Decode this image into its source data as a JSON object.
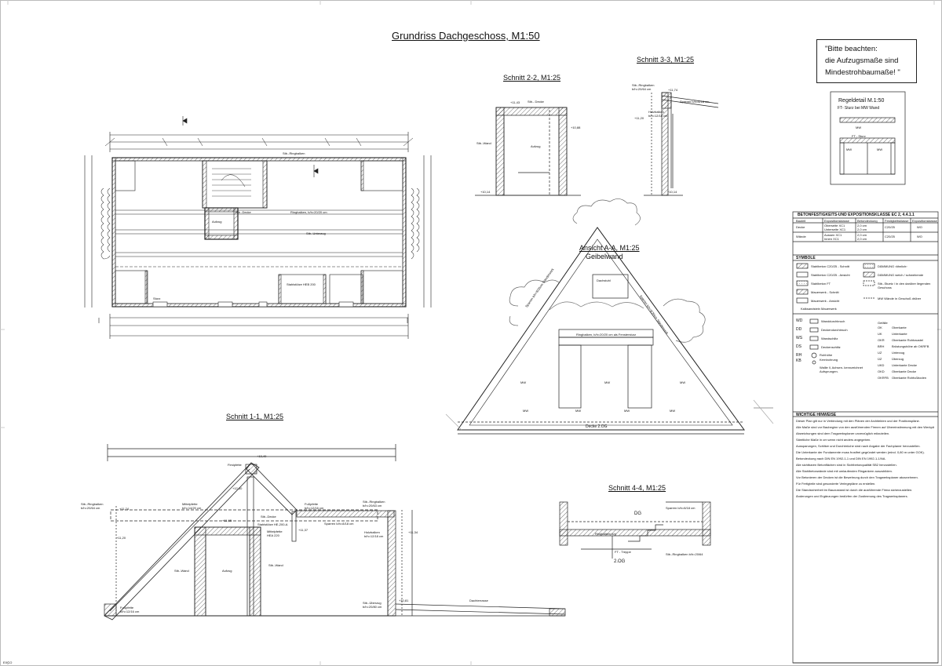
{
  "sheet": {
    "floor_plan_title": "Grundriss Dachgeschoss, M1:50",
    "section_1_title": "Schnitt 1-1, M1:25",
    "section_2_title": "Schnitt 2-2, M1:25",
    "section_3_title": "Schnitt 3-3, M1:25",
    "section_4_title": "Schnitt 4-4, M1:25",
    "elevation_title": "Ansicht A-A, M1:25",
    "elevation_subtitle": "Geibelwand",
    "corner_label": "EXCO"
  },
  "notice": {
    "line1": "\"Bitte beachten:",
    "line2": "die Aufzugsmaße sind",
    "line3": "Mindestrohbaumaße! \""
  },
  "detail": {
    "title": "Regeldetail M.1:50",
    "subtitle": "FT- Sturz bei MW Wand",
    "label_top": "MW",
    "label_mid": "FT - Sturz",
    "label_left": "MW",
    "label_right": "MW"
  },
  "concrete_table": {
    "title": "BETONFESTIGKEITS-UND EXPOSITIONSKLASSE  EC 2, 4.4.1.1",
    "headers": [
      "Bauteil",
      "Expositionsklasse",
      "Betondeckung",
      "Festigkeitsklasse",
      "Expositionsklasse"
    ],
    "rows": [
      [
        "Decke",
        "Oberseite XC1",
        "2,0 cm",
        "C20/25",
        "WO"
      ],
      [
        "",
        "Unterseite XC1",
        "2,0 cm",
        "",
        ""
      ],
      [
        "Wände",
        "Aussen XC1",
        "2,0 cm",
        "C20/25",
        "WO"
      ],
      [
        "",
        "Innen XC1",
        "2,0 cm",
        "",
        ""
      ]
    ]
  },
  "symbols": {
    "title": "SYMBOLE",
    "left": [
      "Stahlbeton C20/25 - Schnitt",
      "Stahlbeton C20/25 - Ansicht",
      "Stahlbeton FT",
      "Mauerwerk - Schnitt",
      "Mauerwerk - Ansicht",
      "Kalksandstein Mauerwerk"
    ],
    "right": [
      "DÄMMUNG ‹ähnlich›",
      "DÄMMUNG weich / schwebende",
      "Stb.-Stuetz / in den darüber liegenden Geschoss",
      "",
      "",
      "MW Wände in Geschoß drüber"
    ]
  },
  "abbreviations": {
    "left_codes": [
      "WD",
      "DD",
      "WS",
      "DS",
      "RH",
      "KB"
    ],
    "left_text": [
      "Wanddurchbruch",
      "Deckendurchbruch",
      "Wandschlitz",
      "Deckenschlitz",
      "Rohhöhe",
      "Kernbohrung",
      "Wallie ll, Achsen- kennzeichnet Aufsprungen."
    ],
    "right_codes": [
      "OK",
      "UK",
      "OKR",
      "BRH",
      "UZ",
      "ÜZ",
      "UKD",
      "OKD",
      "OKRFB"
    ],
    "right_text": [
      "Oberkante",
      "Unterkante",
      "Oberkante Rohbaustel",
      "Brüstungshöhe ab OKRFB",
      "Unterzug",
      "Überzug",
      "Unterkante Decke",
      "Oberkante Decke",
      "Oberkante Rohfußboden"
    ],
    "head": "Gefälle"
  },
  "hints": {
    "title": "WICHTIGE HINWEISE",
    "lines": [
      "Dieser Plan gilt nur in Verbindung mit den Plänen der Architekten und der Positionspläne.",
      "Alle Maße sind vor Baubeginn von den ausführenden Firmen auf Übereinstimmung mit den Werkplänen zu prüfen.",
      "Abweichungen sind dem Tragwerksplaner unverzüglich mitzuteilen.",
      "Sämtliche Maße in cm wenn nicht anders angegeben.",
      "Aussparungen, Schlitze und Durchbrüche sind nach Angabe der Fachplaner herzustellen.",
      "Die Unterkante der Fundamente muss frostfrei gegründet werden (mind. 0,80 m unter GOK).",
      "Betondeckung nach DIN EN 1992-1-1 und DIN EN 1992-1-1/NA.",
      "Alle sichtbaren Betonflächen sind in Sichtbetonqualität SB2 herzustellen.",
      "Alle Stahlbetonwände sind mit umlaufenden Ringankern auszubilden.",
      "Vor Betonieren der Decken ist die Bewehrung durch den Tragwerksplaner abzunehmen.",
      "Für Fertigteile sind gesonderte Verlegepläne zu erstellen.",
      "Die Standsicherheit im Bauzustand ist durch die ausführende Firma sicherzustellen.",
      "Änderungen und Ergänzungen bedürfen der Zustimmung des Tragwerksplaners."
    ]
  },
  "plan": {
    "labels": [
      "Aufzug",
      "Stb.-Decke",
      "Ringbalken, b/h=20/20 cm",
      "Stb.-Ringbalken",
      "Sturz",
      "Stahlstütze HEB 200",
      "Stb.-Unterzug"
    ]
  },
  "section_1": {
    "labels": [
      "Firstpfette",
      "Mittelpfette b/h=14/20 cm",
      "Stb.-Decke",
      "Stahlstütze HE-200-A",
      "Aufzug",
      "Stb.-Wand",
      "Stb.-Wand",
      "Fußpfette b/h=12/16 cm",
      "Stb.-Ringbalken b/h=20/64 cm",
      "Stb.-Ringbalken b/h=20/63 cm",
      "Mittelpfette HEA 220",
      "Holzbalken b/h=12/18 cm",
      "Fußpfette b/h=12/16 cm",
      "Stb.-Überzug b/h=20/80 cm",
      "Dachterrasse",
      "Sparren b/h=8/18 cm",
      "Fußpfette b/h=12/16 cm"
    ],
    "levels": [
      "+13,40",
      "+12,60",
      "+11,65",
      "+11,74",
      "+11,20",
      "+11,37",
      "+11,34",
      "+10,81"
    ]
  },
  "section_2": {
    "labels": [
      "Stb.- Decke",
      "Stb.-Wand",
      "Aufzug"
    ],
    "levels": [
      "+11,43",
      "+10,88",
      "+10,14"
    ]
  },
  "section_3": {
    "labels": [
      "Stb.-Ringbalken b/h=20/64 cm",
      "Sparren b/h=8/18 cm",
      "Holzbalken b/h=12/18 cm"
    ],
    "levels": [
      "+11,74",
      "+11,20",
      "+10,14"
    ]
  },
  "elevation": {
    "labels": [
      "Sparren b/h=8/20cm Ständerwerk",
      "Sparren b/h=8/20cm Ständerwerk",
      "Ringbalken, b/h=20/20 cm als Fenstersturz",
      "MW",
      "MW",
      "MW",
      "MW",
      "MW",
      "MW",
      "MW",
      "Decke 2.OG",
      "Dachstuhl"
    ]
  },
  "section_4": {
    "labels": [
      "DG",
      "Ringbalken b/g",
      "FT - Treppe",
      "2.OG",
      "Stb.-Ringbalken b/h=20/64",
      "Sparren b/h=8/18 cm"
    ]
  }
}
